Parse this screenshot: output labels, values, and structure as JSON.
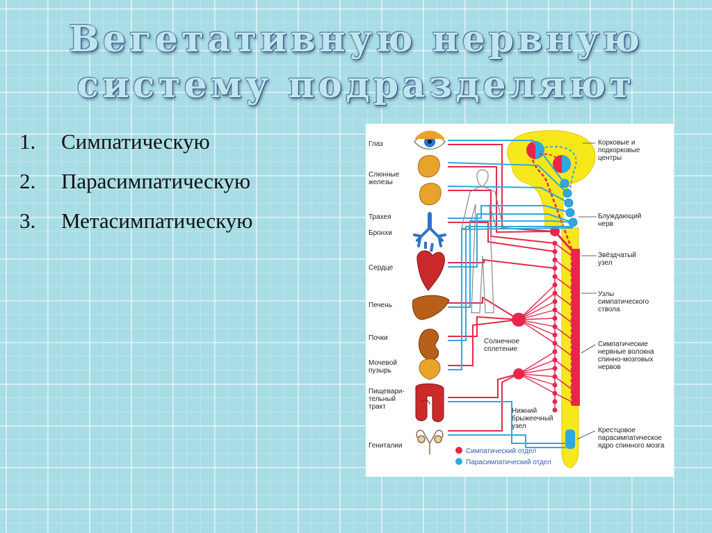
{
  "slide": {
    "title_line1": "Вегетативную нервную",
    "title_line2": "систему подразделяют",
    "items": [
      {
        "num": "1.",
        "text": "Симпатическую"
      },
      {
        "num": "2.",
        "text": "Парасимпатическую"
      },
      {
        "num": "3.",
        "text": "Метасимпатическую"
      }
    ]
  },
  "diagram": {
    "organs": [
      {
        "lines": [
          "Глаз"
        ]
      },
      {
        "lines": [
          "Слюнные",
          "железы"
        ]
      },
      {
        "lines": [
          "Трахея"
        ]
      },
      {
        "lines": [
          "Бронхи"
        ]
      },
      {
        "lines": [
          "Сердце"
        ]
      },
      {
        "lines": [
          "Печень"
        ]
      },
      {
        "lines": [
          "Почки"
        ]
      },
      {
        "lines": [
          "Мочевой",
          "пузырь"
        ]
      },
      {
        "lines": [
          "Пищевари-",
          "тельный",
          "тракт"
        ]
      },
      {
        "lines": [
          "Гениталии"
        ]
      }
    ],
    "structures": [
      {
        "lines": [
          "Корковые и",
          "подкорковые",
          "центры"
        ]
      },
      {
        "lines": [
          "Блуждающий",
          "нерв"
        ]
      },
      {
        "lines": [
          "Звёздчатый",
          "узел"
        ]
      },
      {
        "lines": [
          "Узлы",
          "симпатического",
          "ствола"
        ]
      },
      {
        "lines": [
          "Симпатические",
          "нервные волокна",
          "спинно-мозговых",
          "нервов"
        ]
      },
      {
        "lines": [
          "Крестцовое",
          "парасимпатическое",
          "ядро спинного мозга"
        ]
      }
    ],
    "plexus": [
      {
        "lines": [
          "Солнечное",
          "сплетение"
        ]
      },
      {
        "lines": [
          "Нижний",
          "брыжеечный",
          "узел"
        ]
      }
    ],
    "legend": [
      {
        "label": "Симпатический отдел",
        "color": "#e8264a"
      },
      {
        "label": "Парасимпатический отдел",
        "color": "#2fa8e0"
      }
    ],
    "colors": {
      "sympathetic": "#e8264a",
      "parasympathetic": "#2fa8e0",
      "brain": "#f7e81c",
      "organ": "#e8a32a"
    }
  }
}
